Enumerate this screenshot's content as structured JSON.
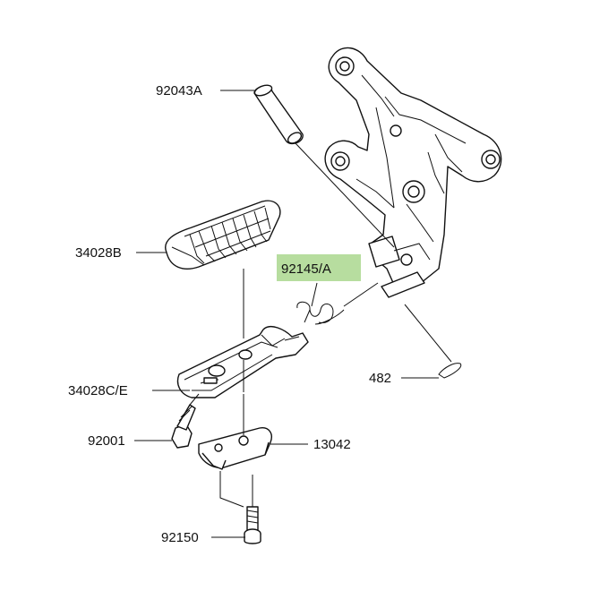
{
  "colors": {
    "highlight": "#b7dd9f",
    "line": "#111111",
    "background": "#ffffff"
  },
  "parts": {
    "pin": {
      "number": "92043A"
    },
    "footpeg_rubber": {
      "number": "34028B"
    },
    "spring": {
      "number": "92145/A",
      "highlighted": true
    },
    "cotter_pin": {
      "number": "482"
    },
    "footpeg": {
      "number": "34028C/E"
    },
    "bolt": {
      "number": "92001"
    },
    "weight": {
      "number": "13042"
    },
    "screw": {
      "number": "92150"
    }
  }
}
